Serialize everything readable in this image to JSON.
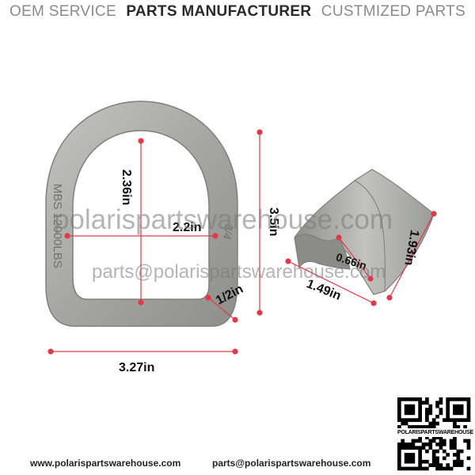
{
  "header": {
    "oem": "OEM SERVICE",
    "manufacturer": "PARTS MANUFACTURER",
    "customized": "CUSTMIZED PARTS"
  },
  "dimensions": {
    "ring_height": "2.36in",
    "ring_width": "2.2in",
    "total_height": "3.5in",
    "thickness": "1/2in",
    "total_width": "3.27in",
    "clip_gap": "0.66in",
    "clip_length": "1.49in",
    "clip_height": "1.93in"
  },
  "ring_marking": "MBS 12000LBS",
  "ring_code": "3/4",
  "watermark": {
    "site": "polarispartswarehouse.com",
    "email": "parts@polarispartswarehouse.com"
  },
  "footer": {
    "website": "www.polarispartswarehouse.com",
    "email": "parts@polarispartswarehouse.com"
  },
  "qr_label": "POLARISPARTSWAREHOUSE",
  "colors": {
    "dimension_line": "#e03a4a",
    "metal": "#a9aaa6",
    "header_grey": "#8a8a8a"
  }
}
